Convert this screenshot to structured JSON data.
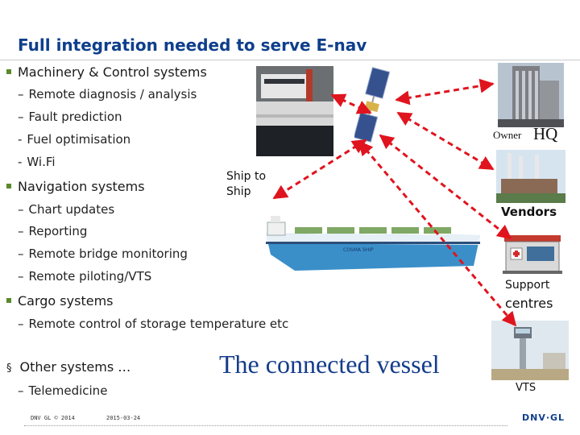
{
  "title": "Full integration needed to serve E-nav",
  "bullets": {
    "machinery": "Machinery & Control systems",
    "machinery_items": [
      "Remote diagnosis / analysis",
      "Fault prediction",
      "Fuel optimisation",
      "Wi.Fi"
    ],
    "navigation": "Navigation systems",
    "navigation_items": [
      "Chart updates",
      "Reporting",
      "Remote bridge monitoring",
      "Remote piloting/VTS"
    ],
    "cargo": "Cargo systems",
    "cargo_items": [
      "Remote control of storage temperature etc"
    ],
    "other": "Other systems …",
    "other_items": [
      "Telemedicine"
    ]
  },
  "dash_en": "–",
  "dash_short": "-",
  "bullet_marker": "§",
  "diagram": {
    "ship_to_ship": "Ship to Ship",
    "owner": "Owner",
    "hq": "HQ",
    "vendors": "Vendors",
    "support": "Support",
    "centres": "centres",
    "vts": "VTS",
    "connected_vessel": "The connected vessel",
    "ship_hull_text": "COSMA SHIP"
  },
  "footer": {
    "copyright": "DNV GL © 2014",
    "date": "2015-03-24",
    "logo": "DNV·GL"
  },
  "colors": {
    "title": "#0f3f8c",
    "arrow": "#e0141e",
    "bullet_square": "#5a8a2a",
    "connected_text": "#143c8a",
    "hull": "#3a8fc9"
  },
  "icons": [
    "satellite-icon",
    "ship-photo",
    "owner-hq-building",
    "vendors-factory",
    "support-centre-building",
    "vts-tower",
    "cargo-ship"
  ]
}
